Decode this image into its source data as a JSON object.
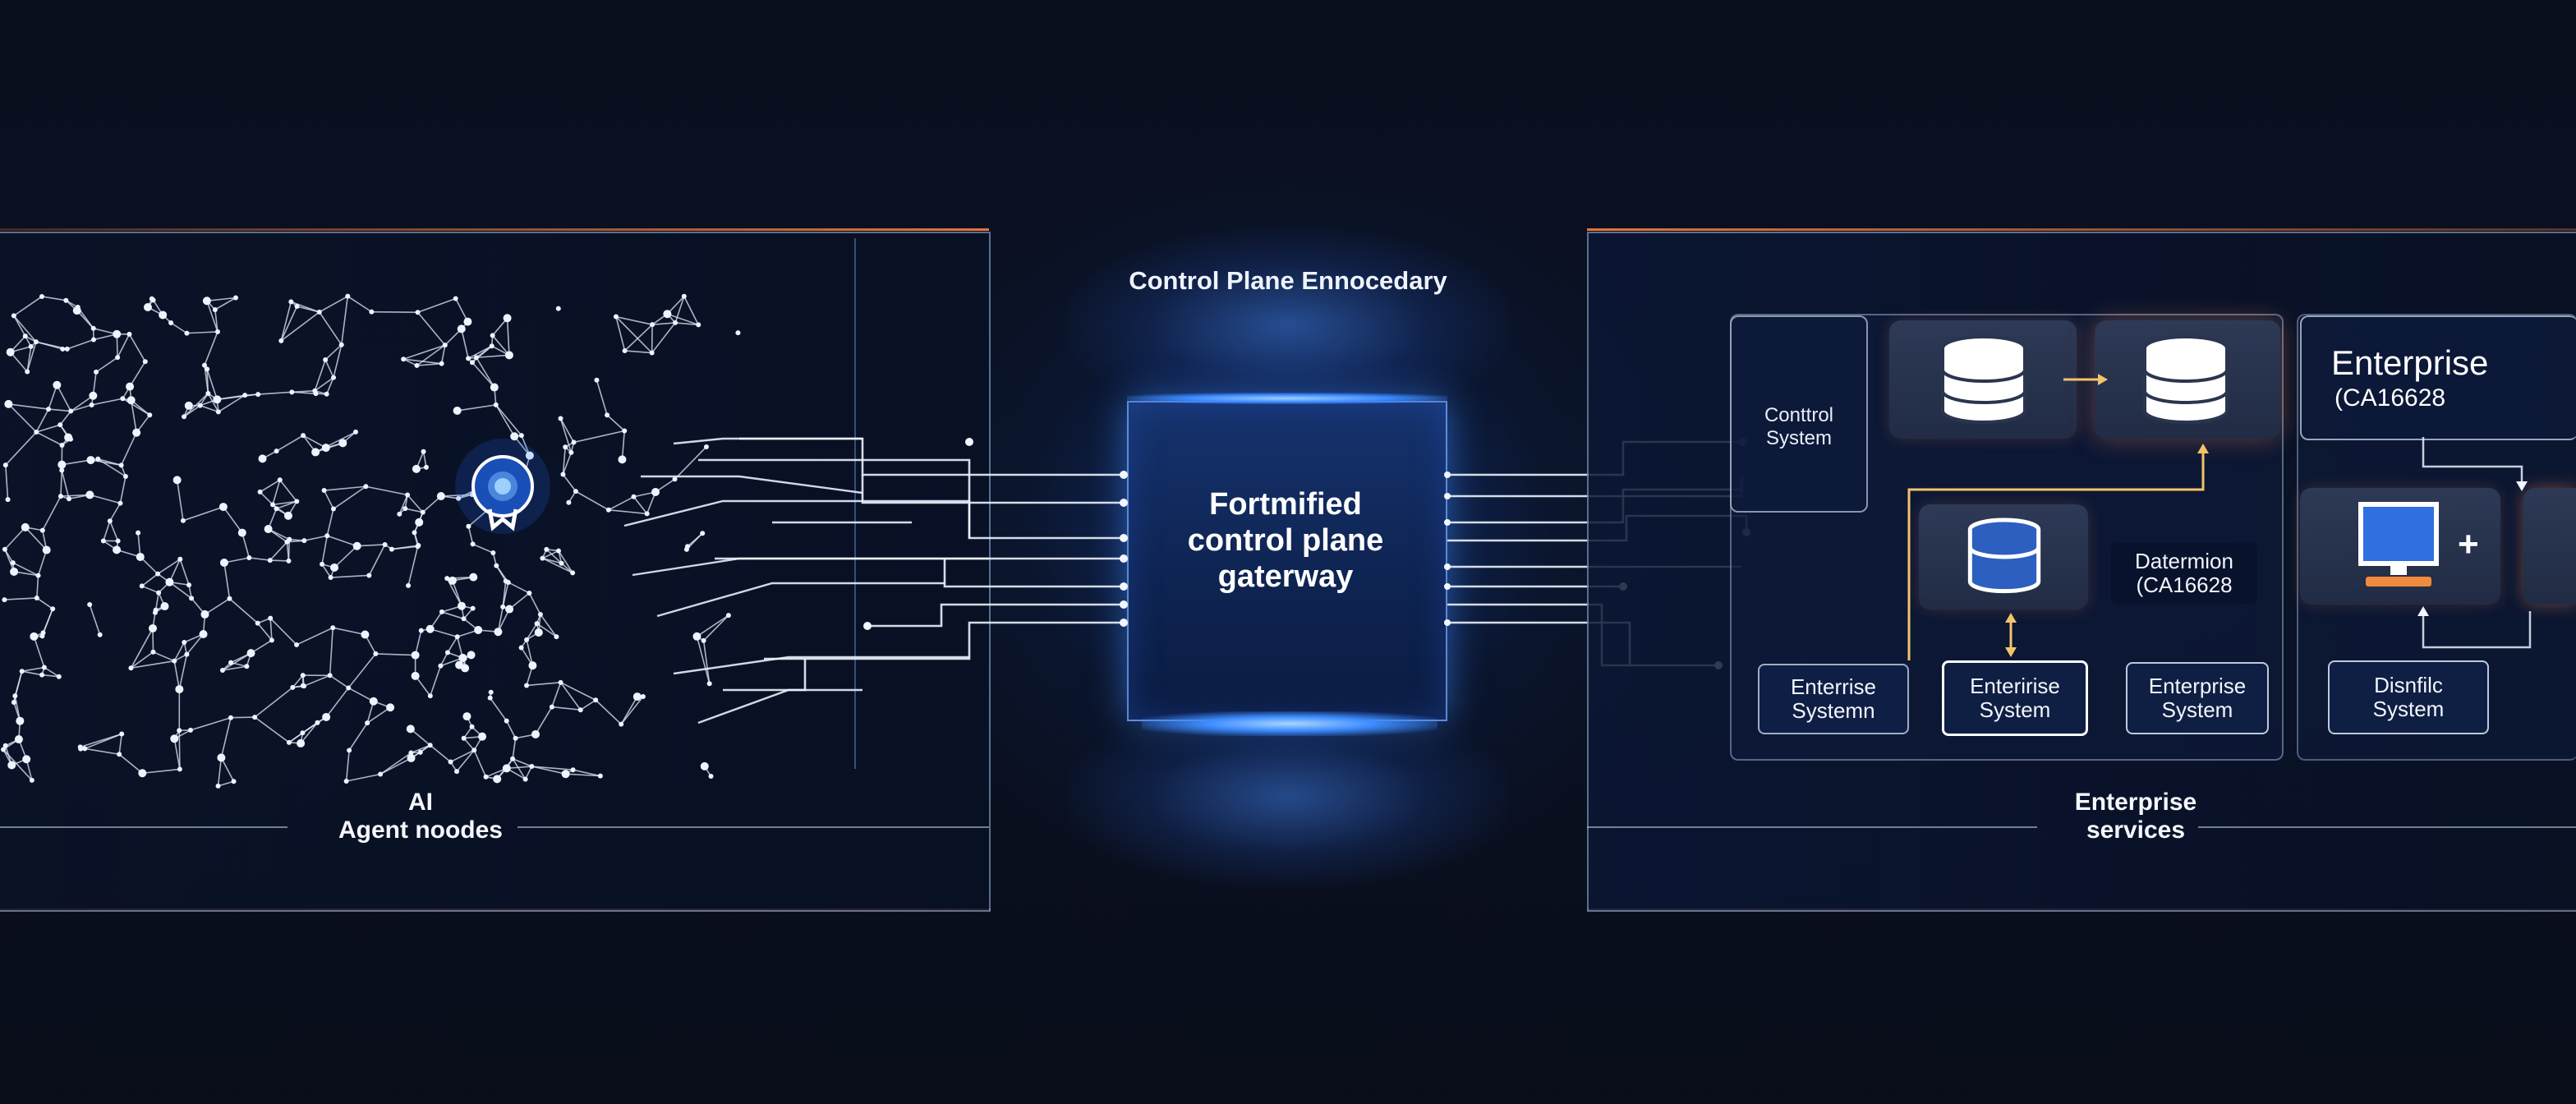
{
  "title": "Control Plane Ennocedary",
  "gateway": {
    "line1": "Fortmified",
    "line2": "control plane",
    "line3": "gaterway"
  },
  "left_panel": {
    "caption_line1": "AI",
    "caption_line2": "Agent noodes"
  },
  "right_panel": {
    "caption_line1": "Enterprise",
    "caption_line2": "services",
    "control_system": {
      "line1": "Conttrol",
      "line2": "System"
    },
    "enterprise_header": {
      "line1": "Enterprise",
      "line2": "(CA16628"
    },
    "daterm": {
      "line1": "Datermion",
      "line2": "(CA16628"
    },
    "boxes": [
      {
        "line1": "Enterrise",
        "line2": "Systemn"
      },
      {
        "line1": "Enteririse",
        "line2": "System"
      },
      {
        "line1": "Enterprise",
        "line2": "System"
      },
      {
        "line1": "Disnfilc",
        "line2": "System"
      }
    ]
  },
  "icons": {
    "node_center": "bulb-node-icon",
    "database": "database-icon",
    "monitor": "monitor-icon",
    "plus": "plus-icon"
  },
  "colors": {
    "accent_orange": "#e8743a",
    "glow_blue": "#3b88ff",
    "arrow_gold": "#f2c36a"
  }
}
